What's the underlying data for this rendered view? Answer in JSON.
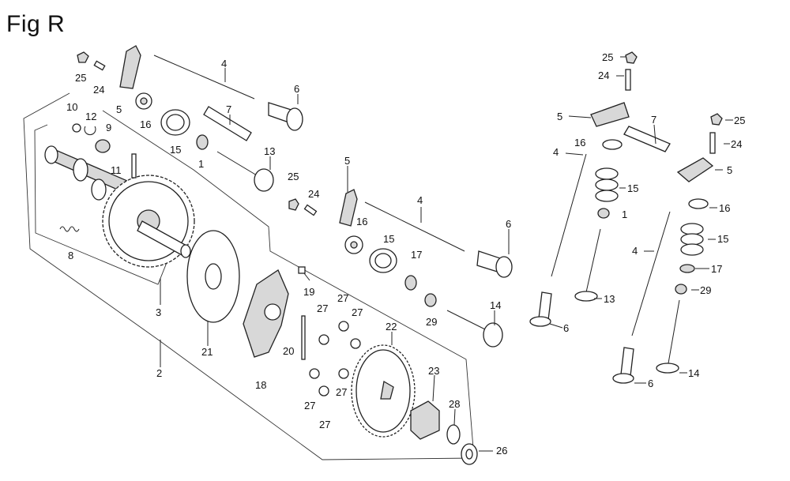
{
  "figure": {
    "title": "Fig R"
  },
  "callouts": [
    {
      "id": "c1",
      "label": "25"
    },
    {
      "id": "c2",
      "label": "24"
    },
    {
      "id": "c3",
      "label": "5"
    },
    {
      "id": "c4",
      "label": "16"
    },
    {
      "id": "c5",
      "label": "15"
    },
    {
      "id": "c6",
      "label": "4"
    },
    {
      "id": "c7",
      "label": "6"
    },
    {
      "id": "c8",
      "label": "7"
    },
    {
      "id": "c9",
      "label": "1"
    },
    {
      "id": "c10",
      "label": "13"
    },
    {
      "id": "c11",
      "label": "10"
    },
    {
      "id": "c12",
      "label": "12"
    },
    {
      "id": "c13",
      "label": "9"
    },
    {
      "id": "c14",
      "label": "11"
    },
    {
      "id": "c15",
      "label": "8"
    },
    {
      "id": "c16",
      "label": "3"
    },
    {
      "id": "c17",
      "label": "2"
    },
    {
      "id": "c18",
      "label": "21"
    },
    {
      "id": "c19",
      "label": "25"
    },
    {
      "id": "c20",
      "label": "24"
    },
    {
      "id": "c21",
      "label": "5"
    },
    {
      "id": "c22",
      "label": "16"
    },
    {
      "id": "c23",
      "label": "4"
    },
    {
      "id": "c24",
      "label": "6"
    },
    {
      "id": "c25",
      "label": "15"
    },
    {
      "id": "c26",
      "label": "17"
    },
    {
      "id": "c27",
      "label": "29"
    },
    {
      "id": "c28",
      "label": "14"
    },
    {
      "id": "c29",
      "label": "19"
    },
    {
      "id": "c30",
      "label": "27"
    },
    {
      "id": "c31",
      "label": "27"
    },
    {
      "id": "c32",
      "label": "27"
    },
    {
      "id": "c33",
      "label": "20"
    },
    {
      "id": "c34",
      "label": "18"
    },
    {
      "id": "c35",
      "label": "22"
    },
    {
      "id": "c36",
      "label": "27"
    },
    {
      "id": "c37",
      "label": "27"
    },
    {
      "id": "c38",
      "label": "27"
    },
    {
      "id": "c39",
      "label": "23"
    },
    {
      "id": "c40",
      "label": "28"
    },
    {
      "id": "c41",
      "label": "26"
    },
    {
      "id": "c42",
      "label": "25"
    },
    {
      "id": "c43",
      "label": "24"
    },
    {
      "id": "c44",
      "label": "5"
    },
    {
      "id": "c45",
      "label": "7"
    },
    {
      "id": "c46",
      "label": "25"
    },
    {
      "id": "c47",
      "label": "24"
    },
    {
      "id": "c48",
      "label": "4"
    },
    {
      "id": "c49",
      "label": "16"
    },
    {
      "id": "c50",
      "label": "5"
    },
    {
      "id": "c51",
      "label": "15"
    },
    {
      "id": "c52",
      "label": "16"
    },
    {
      "id": "c53",
      "label": "1"
    },
    {
      "id": "c54",
      "label": "15"
    },
    {
      "id": "c55",
      "label": "4"
    },
    {
      "id": "c56",
      "label": "17"
    },
    {
      "id": "c57",
      "label": "29"
    },
    {
      "id": "c58",
      "label": "13"
    },
    {
      "id": "c59",
      "label": "6"
    },
    {
      "id": "c60",
      "label": "14"
    },
    {
      "id": "c61",
      "label": "6"
    }
  ]
}
